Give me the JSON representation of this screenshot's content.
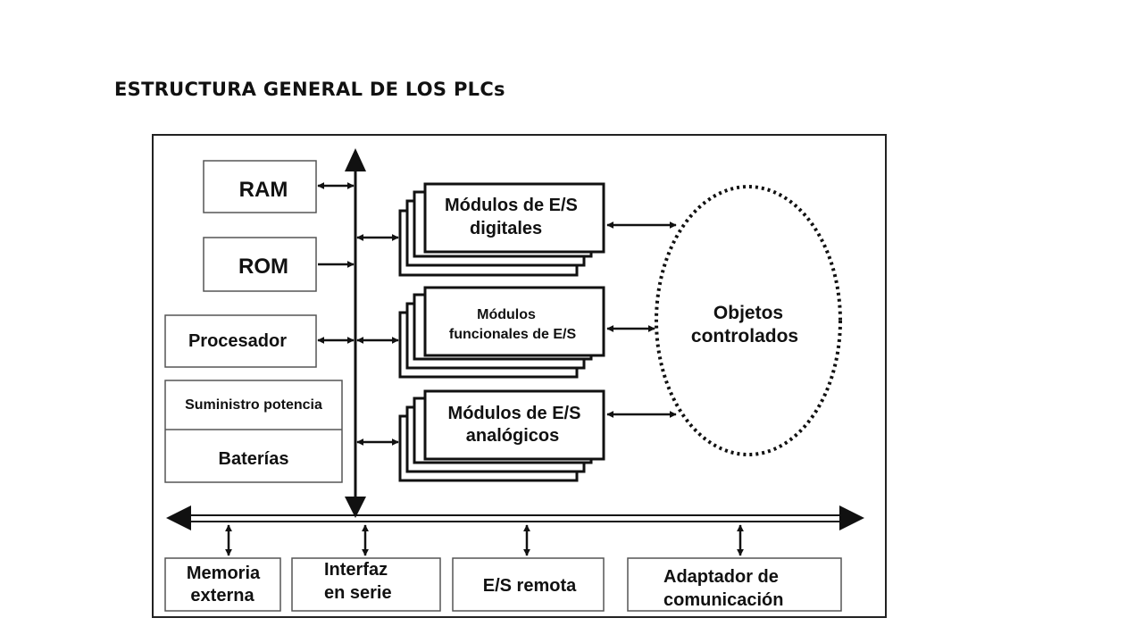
{
  "title": "ESTRUCTURA GENERAL DE LOS PLCs",
  "left_blocks": {
    "ram": "RAM",
    "rom": "ROM",
    "procesador": "Procesador",
    "suministro": "Suministro potencia",
    "baterias": "Baterías"
  },
  "modules": {
    "digitales": [
      "Módulos de E/S",
      "digitales"
    ],
    "funcionales": [
      "Módulos",
      "funcionales de E/S"
    ],
    "analogicos": [
      "Módulos de E/S",
      "analógicos"
    ]
  },
  "objetos": [
    "Objetos",
    "controlados"
  ],
  "bottom_blocks": {
    "memoria": [
      "Memoria",
      "externa"
    ],
    "interfaz": [
      "Interfaz",
      "en serie"
    ],
    "es_remota": "E/S remota",
    "adaptador": [
      "Adaptador de",
      "comunicación"
    ]
  }
}
